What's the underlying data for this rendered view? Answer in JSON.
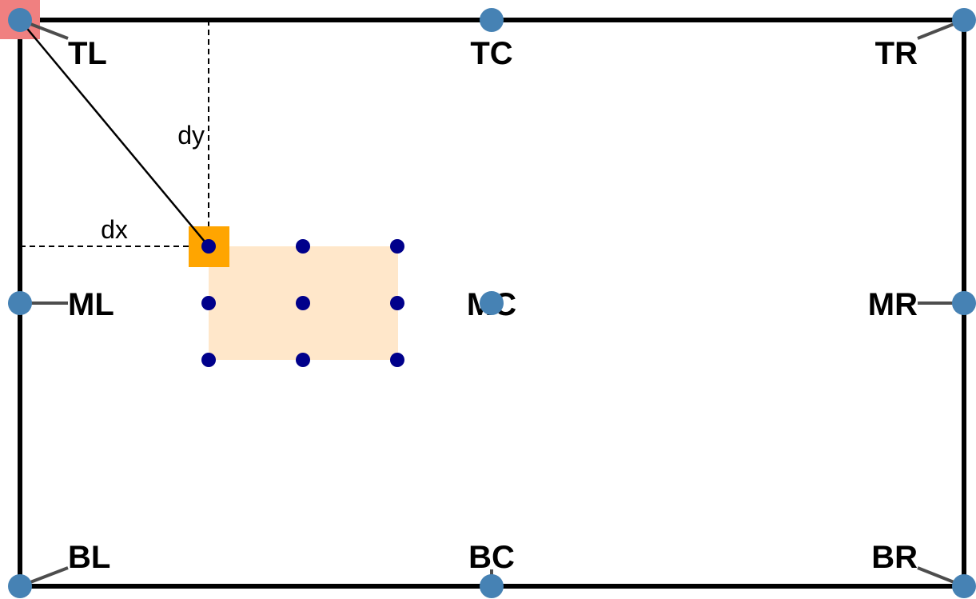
{
  "colors": {
    "frame": "#000000",
    "anchor_point": "#4682b4",
    "leader_line": "#4d4d4d",
    "anchor_highlight": "#f08080",
    "reference_marker": "#ffa500",
    "region_fill": "#ffe4c4",
    "grid_point": "#00008b",
    "background": "#ffffff"
  },
  "anchors": [
    {
      "id": "TL",
      "label": "TL"
    },
    {
      "id": "TC",
      "label": "TC"
    },
    {
      "id": "TR",
      "label": "TR"
    },
    {
      "id": "ML",
      "label": "ML"
    },
    {
      "id": "MC",
      "label": "MC"
    },
    {
      "id": "MR",
      "label": "MR"
    },
    {
      "id": "BL",
      "label": "BL"
    },
    {
      "id": "BC",
      "label": "BC"
    },
    {
      "id": "BR",
      "label": "BR"
    }
  ],
  "highlighted_anchor": "TL",
  "dimensions": {
    "horizontal_label": "dx",
    "vertical_label": "dy"
  }
}
